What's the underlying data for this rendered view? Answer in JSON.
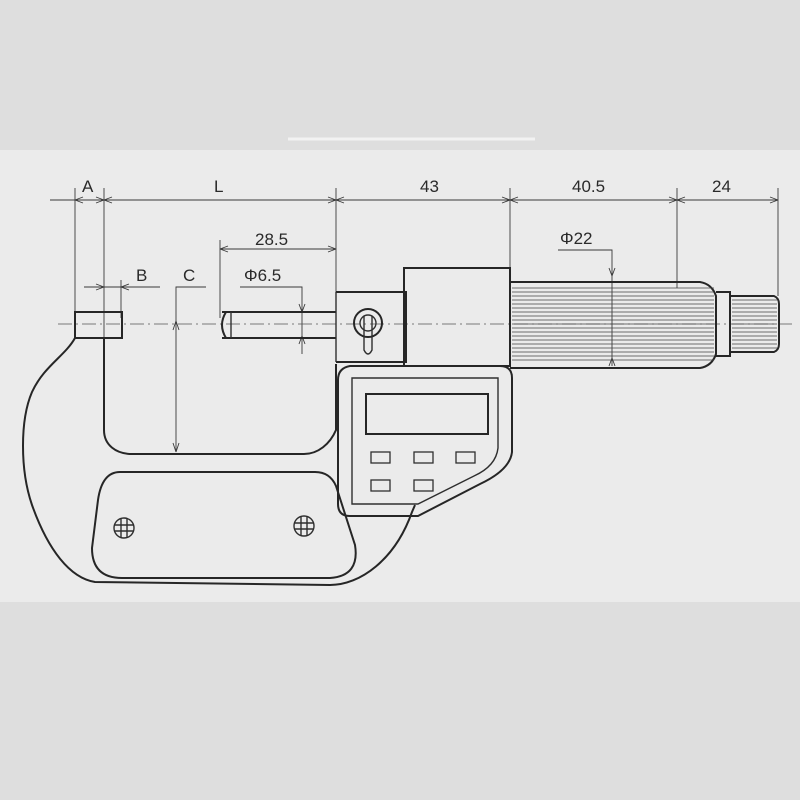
{
  "labels": {
    "dim_a": "A",
    "dim_l": "L",
    "dim_43": "43",
    "dim_40_5": "40.5",
    "dim_24": "24",
    "dim_28_5": "28.5",
    "dim_b": "B",
    "dim_c": "C",
    "dim_phi_6_5": "Φ6.5",
    "dim_phi_22": "Φ22"
  },
  "colors": {
    "background": "#dedede",
    "paper": "#ebebeb",
    "line": "#2f2f2f"
  }
}
